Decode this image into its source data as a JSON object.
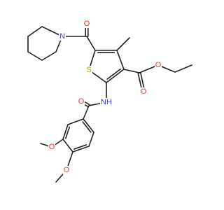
{
  "colors": {
    "bond": "#222222",
    "O": "#e8392b",
    "N": "#3a3af0",
    "S": "#b8a200",
    "C": "#222222"
  },
  "atom_labels": {
    "o_amide_pip": "O",
    "n_piperidine": "N",
    "s_thiophene": "S",
    "o_ester_carbonyl": "O",
    "o_ester_ether": "O",
    "nh_amide": "NH",
    "o_amide_benz": "O",
    "o_methoxy_3": "O",
    "o_methoxy_4": "O"
  }
}
